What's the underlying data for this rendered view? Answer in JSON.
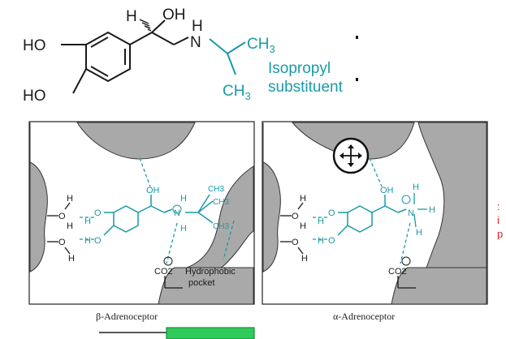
{
  "top_structure": {
    "ho_top": "HO",
    "ho_bottom": "HO",
    "h_stereo": "H",
    "oh_stereo": "OH",
    "n_label": "N",
    "n_h": "H",
    "ch3_upper": "CH",
    "ch3_upper_sub": "3",
    "ch3_lower": "CH",
    "ch3_lower_sub": "3",
    "substituent_line1": "Isopropyl",
    "substituent_line2": "substituent"
  },
  "beta_panel": {
    "caption": "β-Adrenoceptor",
    "oh_label": "OH",
    "n_plus": "N",
    "h_top": "H",
    "h_bottom": "H",
    "ch3_a": "CH3",
    "ch3_b": "CH3",
    "ch3_c": "CH3",
    "water_h_1": "H",
    "water_o_1": "O",
    "water_h_2": "H",
    "water_o_2": "O",
    "water_h_3": "H",
    "ring_o_1": "O",
    "ring_h_1": "H",
    "ring_o_2": "O",
    "ring_h_2": "H",
    "co2": "CO2",
    "hydrophobic_line1": "Hydrophobic",
    "hydrophobic_line2": "pocket"
  },
  "alpha_panel": {
    "caption": "α-Adrenoceptor",
    "oh_label": "OH",
    "n_label": "N",
    "h_top": "H",
    "h_right": "H",
    "h_bottom": "H",
    "water_h_1": "H",
    "water_o_1": "O",
    "water_h_2": "H",
    "water_o_2": "O",
    "water_h_3": "H",
    "ring_o_1": "O",
    "ring_h_1": "H",
    "ring_o_2": "O",
    "ring_h_2": "H",
    "co2": "CO2"
  },
  "colors": {
    "teal": "#1a9aa6",
    "grey_pocket": "#a9a9a9",
    "red_fragment": "#e02020",
    "green_arrow": "#2ecc5a"
  }
}
